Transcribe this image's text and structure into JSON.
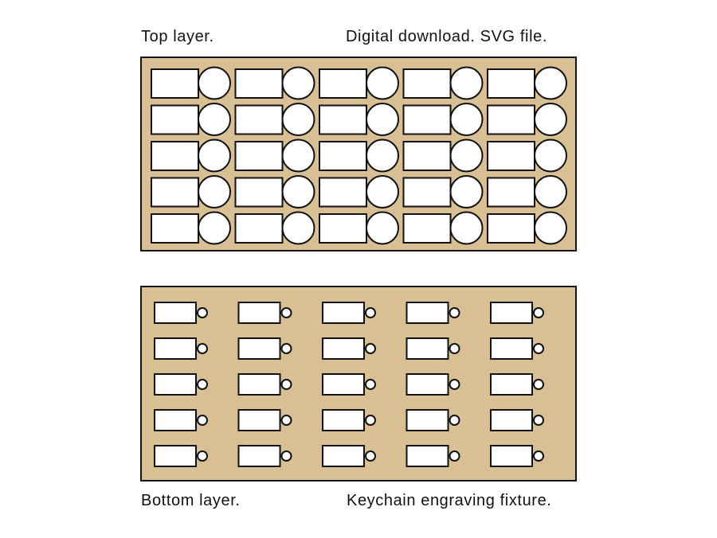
{
  "captions": {
    "top_left": "Top layer.",
    "top_right": "Digital download. SVG file.",
    "bottom_left": "Bottom layer.",
    "bottom_right": "Keychain engraving fixture."
  },
  "layers": {
    "top": {
      "rows": 5,
      "cols": 5,
      "fill_color": "#d9bf94"
    },
    "bottom": {
      "rows": 5,
      "cols": 5,
      "fill_color": "#d9bf94"
    }
  },
  "colors": {
    "outline": "#111111",
    "cutout": "#ffffff"
  }
}
